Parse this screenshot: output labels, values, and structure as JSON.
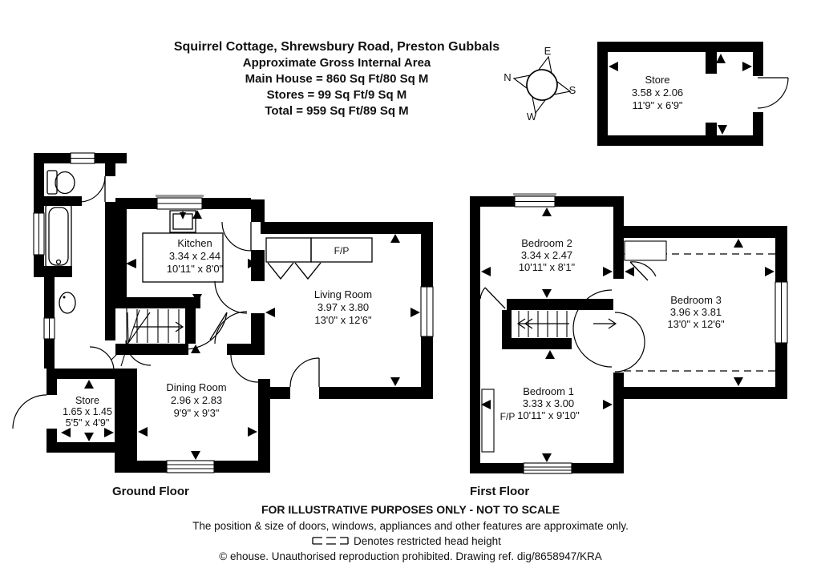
{
  "header": {
    "title": "Squirrel Cottage, Shrewsbury Road, Preston Gubbals",
    "subtitle": "Approximate Gross Internal Area",
    "area_lines": [
      "Main House = 860 Sq Ft/80 Sq M",
      "Stores = 99 Sq Ft/9 Sq M",
      "Total = 959 Sq Ft/89 Sq M"
    ]
  },
  "compass": {
    "north": "N",
    "east": "E",
    "south": "S",
    "west": "W"
  },
  "outbuilding": {
    "name": "Store",
    "metric": "3.58 x 2.06",
    "imperial": "11'9\" x 6'9\""
  },
  "ground_floor": {
    "label": "Ground Floor",
    "fireplace_label": "F/P",
    "rooms": {
      "kitchen": {
        "name": "Kitchen",
        "metric": "3.34 x 2.44",
        "imperial": "10'11\" x 8'0\""
      },
      "living_room": {
        "name": "Living Room",
        "metric": "3.97 x 3.80",
        "imperial": "13'0\" x 12'6\""
      },
      "dining_room": {
        "name": "Dining Room",
        "metric": "2.96 x 2.83",
        "imperial": "9'9\" x 9'3\""
      },
      "store": {
        "name": "Store",
        "metric": "1.65 x 1.45",
        "imperial": "5'5\" x 4'9\""
      }
    }
  },
  "first_floor": {
    "label": "First Floor",
    "fireplace_label": "F/P",
    "rooms": {
      "bedroom_1": {
        "name": "Bedroom 1",
        "metric": "3.33 x 3.00",
        "imperial": "10'11\" x 9'10\""
      },
      "bedroom_2": {
        "name": "Bedroom 2",
        "metric": "3.34 x 2.47",
        "imperial": "10'11\" x 8'1\""
      },
      "bedroom_3": {
        "name": "Bedroom 3",
        "metric": "3.96 x 3.81",
        "imperial": "13'0\" x 12'6\""
      }
    }
  },
  "footer": {
    "line1": "FOR ILLUSTRATIVE PURPOSES ONLY - NOT TO SCALE",
    "line2": "The position & size of doors, windows, appliances and other features are approximate only.",
    "legend_text": "Denotes restricted head height",
    "line4": "© ehouse. Unauthorised reproduction prohibited. Drawing ref. dig/8658947/KRA"
  },
  "colors": {
    "wall": "#000000",
    "background": "#ffffff"
  }
}
